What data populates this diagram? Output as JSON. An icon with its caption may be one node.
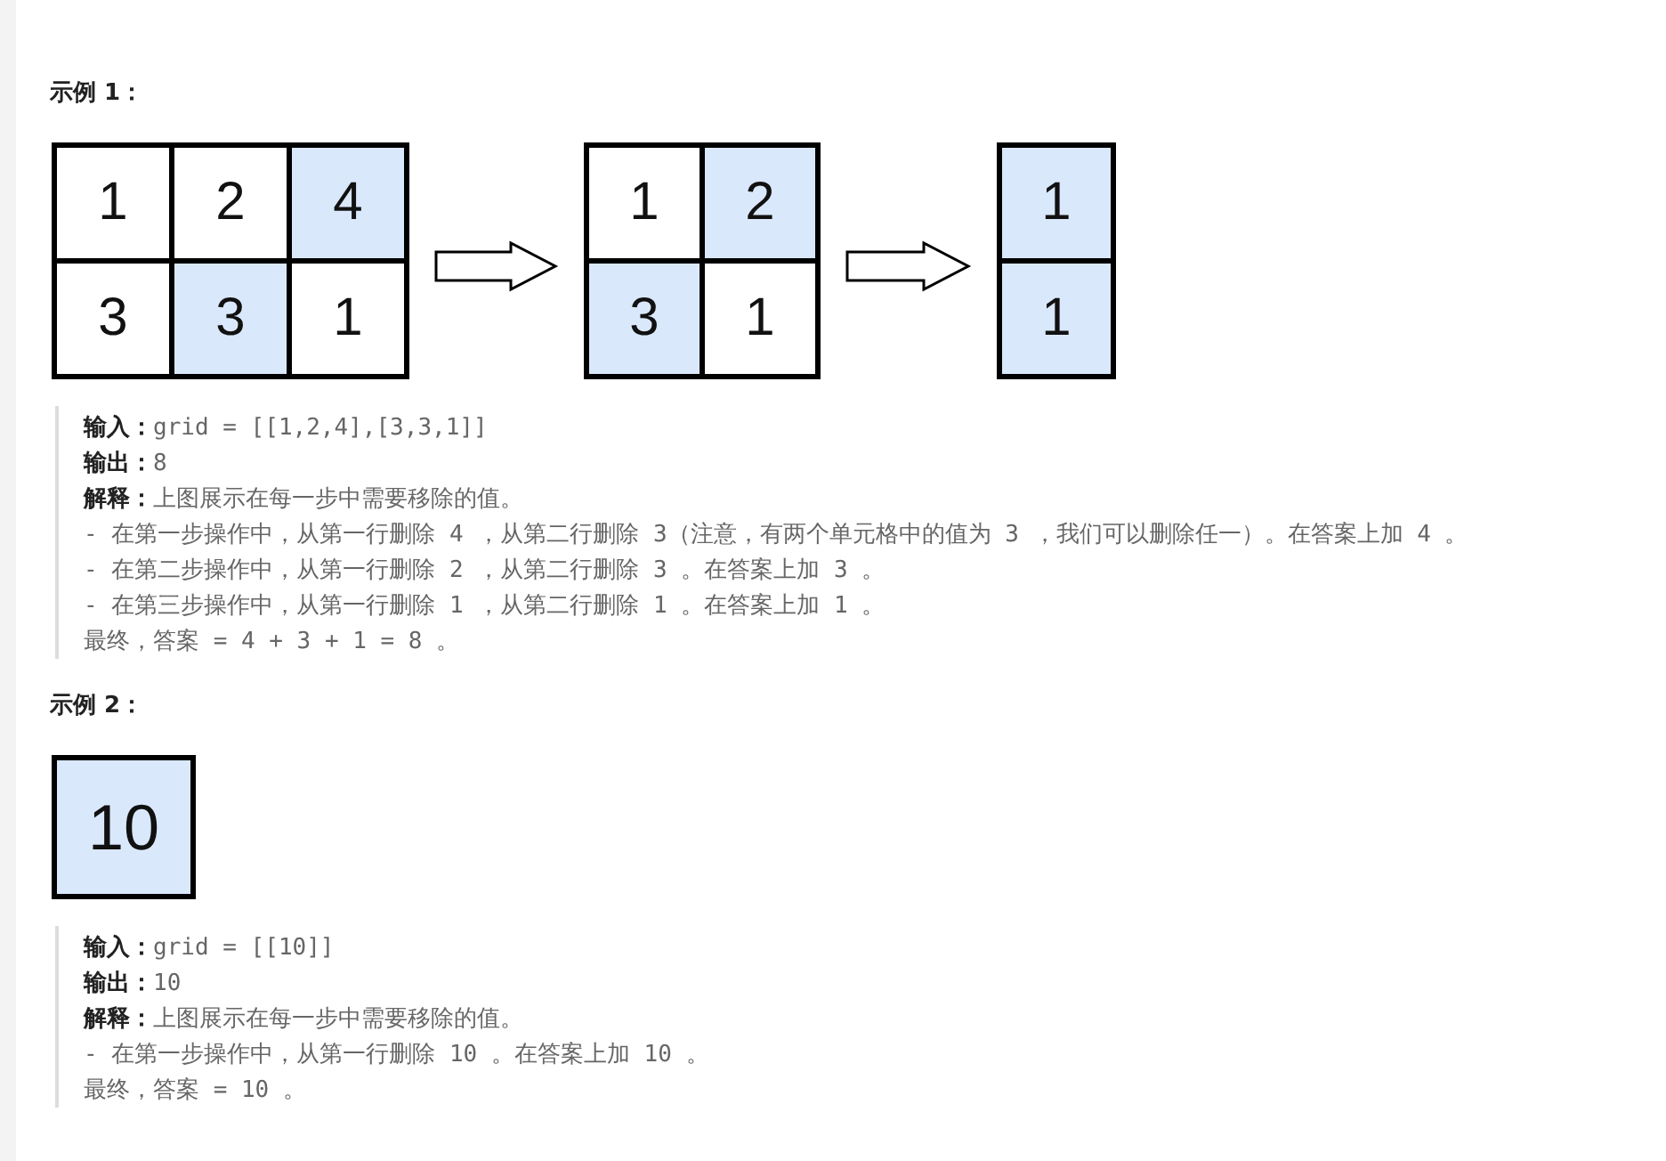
{
  "diagram": {
    "nodes": [
      {
        "text": [],
        "shape": "box"
      },
      {
        "text": [
          "1"
        ],
        "in": 0
      },
      {
        "text": [
          "2"
        ],
        "in": 0
      },
      {
        "text": [
          "4"
        ],
        "in": 0
      },
      {
        "text": [
          "3"
        ],
        "in": 0
      },
      {
        "text": [
          "3"
        ],
        "in": 0
      },
      {
        "text": [
          "1"
        ],
        "in": 0
      },
      {
        "text": [],
        "shape": "box"
      },
      {
        "text": [
          "1"
        ],
        "in": 7
      },
      {
        "text": [
          "2"
        ],
        "in": 7
      },
      {
        "text": [
          "3"
        ],
        "in": 7
      },
      {
        "text": [
          "1"
        ],
        "in": 7
      },
      {
        "text": [],
        "shape": "box"
      },
      {
        "text": [
          "1"
        ],
        "in": 12
      },
      {
        "text": [
          "1"
        ],
        "in": 12
      },
      {
        "text": [
          "10"
        ]
      }
    ],
    "edges": [
      {
        "from": 0,
        "to": 7,
        "arrow": "to"
      },
      {
        "from": 7,
        "to": 12,
        "arrow": "to"
      }
    ],
    "labels": [
      "示例 1：",
      "**输入：**grid = [[1,2,4],[3,3,1]]",
      "**输出：**8",
      "**解释：**上图展示在每一步中需要移除的值。",
      "- 在第一步操作中，从第一行删除 4 ，从第二行删除 3（注意，有两个单元格中的值为 3 ，我们可以删除任一）。在答案上加 4 。",
      "- 在第二步操作中，从第一行删除 2 ，从第二行删除 3 。在答案上加 3 。",
      "- 在第三步操作中，从第一行删除 1 ，从第二行删除 1 。在答案上加 1 。",
      "最终，答案 = 4 + 3 + 1 = 8 。",
      "示例 2：",
      "**输入：**grid = [[10]]",
      "**输出：**10",
      "**解释：**上图展示在每一步中需要移除的值。",
      "- 在第一步操作中，从第一行删除 10 。在答案上加 10 。",
      "最终，答案 = 10 。"
    ]
  }
}
